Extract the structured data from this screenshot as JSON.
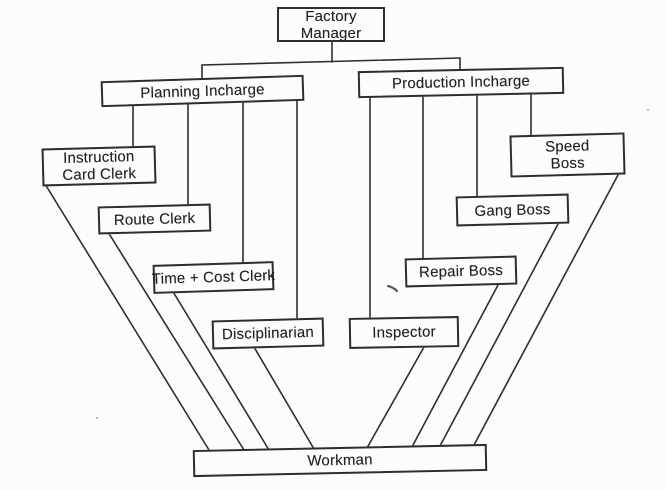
{
  "colors": {
    "paper": "#fcfcfc",
    "ink": "#2e2e2e",
    "text": "#222222"
  },
  "diagram": {
    "type": "org-chart",
    "nodes": {
      "factory_manager": {
        "label": "Factory Manager",
        "lines": [
          "Factory",
          "Manager"
        ]
      },
      "planning_incharge": {
        "label": "Planning Incharge",
        "lines": [
          "Planning Incharge"
        ]
      },
      "production_incharge": {
        "label": "Production Incharge",
        "lines": [
          "Production Incharge"
        ]
      },
      "instruction_card_clerk": {
        "label": "Instruction Card Clerk",
        "lines": [
          "Instruction",
          "Card Clerk"
        ]
      },
      "route_clerk": {
        "label": "Route Clerk",
        "lines": [
          "Route Clerk"
        ]
      },
      "time_cost_clerk": {
        "label": "Time + Cost Clerk",
        "lines": [
          "Time + Cost Clerk"
        ]
      },
      "disciplinarian": {
        "label": "Disciplinarian",
        "lines": [
          "Disciplinarian"
        ]
      },
      "inspector": {
        "label": "Inspector",
        "lines": [
          "Inspector"
        ]
      },
      "repair_boss": {
        "label": "Repair Boss",
        "lines": [
          "Repair Boss"
        ]
      },
      "gang_boss": {
        "label": "Gang Boss",
        "lines": [
          "Gang Boss"
        ]
      },
      "speed_boss": {
        "label": "Speed Boss",
        "lines": [
          "Speed",
          "Boss"
        ]
      },
      "workman": {
        "label": "Workman",
        "lines": [
          "Workman"
        ]
      }
    },
    "edges": [
      {
        "from": "factory_manager",
        "to": "planning_incharge"
      },
      {
        "from": "factory_manager",
        "to": "production_incharge"
      },
      {
        "from": "planning_incharge",
        "to": "instruction_card_clerk"
      },
      {
        "from": "planning_incharge",
        "to": "route_clerk"
      },
      {
        "from": "planning_incharge",
        "to": "time_cost_clerk"
      },
      {
        "from": "planning_incharge",
        "to": "disciplinarian"
      },
      {
        "from": "production_incharge",
        "to": "inspector"
      },
      {
        "from": "production_incharge",
        "to": "repair_boss"
      },
      {
        "from": "production_incharge",
        "to": "gang_boss"
      },
      {
        "from": "production_incharge",
        "to": "speed_boss"
      },
      {
        "from": "instruction_card_clerk",
        "to": "workman"
      },
      {
        "from": "route_clerk",
        "to": "workman"
      },
      {
        "from": "time_cost_clerk",
        "to": "workman"
      },
      {
        "from": "disciplinarian",
        "to": "workman"
      },
      {
        "from": "inspector",
        "to": "workman"
      },
      {
        "from": "repair_boss",
        "to": "workman"
      },
      {
        "from": "gang_boss",
        "to": "workman"
      },
      {
        "from": "speed_boss",
        "to": "workman"
      }
    ]
  }
}
